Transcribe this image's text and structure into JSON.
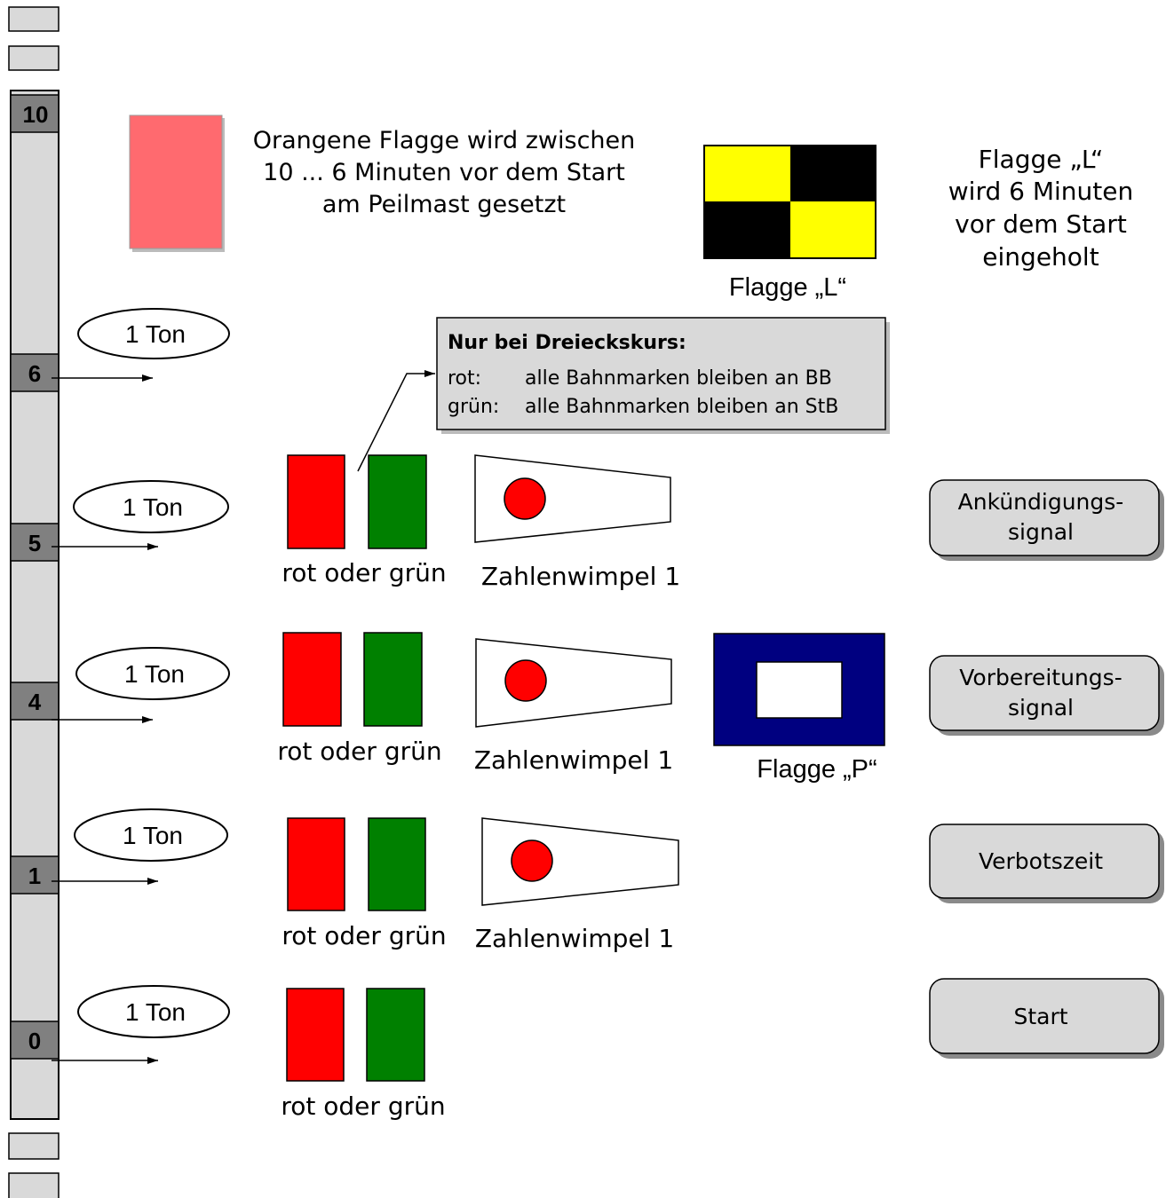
{
  "timeline": {
    "markers": [
      {
        "label": "10"
      },
      {
        "label": "6"
      },
      {
        "label": "5"
      },
      {
        "label": "4"
      },
      {
        "label": "1"
      },
      {
        "label": "0"
      }
    ]
  },
  "tones": {
    "label": "1 Ton"
  },
  "orange_flag": {
    "color": "#ff6a6f",
    "text_lines": [
      "Orangene Flagge wird zwischen",
      "10 ... 6 Minuten vor dem Start",
      "am Peilmast gesetzt"
    ]
  },
  "flag_l": {
    "caption": "Flagge „L“",
    "colors": [
      "#ffff00",
      "#000000"
    ],
    "note_lines": [
      "Flagge „L“",
      "wird 6 Minuten",
      "vor dem Start",
      "eingeholt"
    ]
  },
  "info_box": {
    "title": "Nur bei Dreieckskurs:",
    "rows": [
      {
        "key": "rot:",
        "value": "alle Bahnmarken bleiben an BB"
      },
      {
        "key": "grün:",
        "value": "alle Bahnmarken bleiben an StB"
      }
    ]
  },
  "color_flags": {
    "caption": "rot oder grün",
    "red": "#ff0000",
    "green": "#008000"
  },
  "pennant": {
    "caption": "Zahlenwimpel 1",
    "dot_color": "#ff0000"
  },
  "flag_p": {
    "caption": "Flagge „P“",
    "color": "#000080"
  },
  "signals": [
    {
      "label_lines": [
        "Ankündigungs-",
        "signal"
      ]
    },
    {
      "label_lines": [
        "Vorbereitungs-",
        "signal"
      ]
    },
    {
      "label_lines": [
        "Verbotszeit"
      ]
    },
    {
      "label_lines": [
        "Start"
      ]
    }
  ]
}
